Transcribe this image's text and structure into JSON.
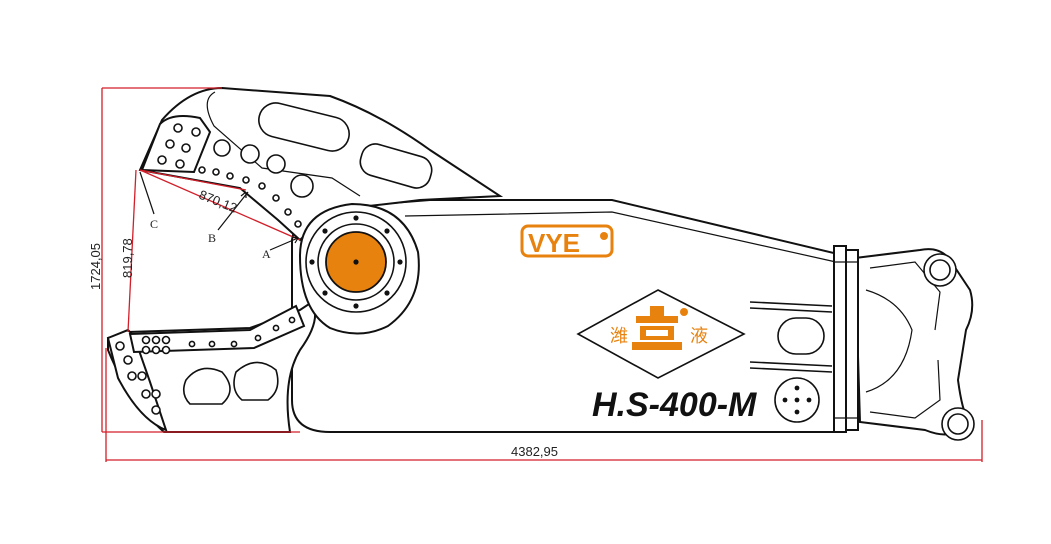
{
  "dimensions": {
    "overall_length": "4382,95",
    "overall_height": "1724,05",
    "jaw_opening": "819,78",
    "blade_length": "870,12"
  },
  "points": {
    "a": "A",
    "b": "B",
    "c": "C"
  },
  "branding": {
    "logo": "VYE",
    "model": "H.S-400-M",
    "chinese_left": "潍",
    "chinese_right": "液"
  },
  "colors": {
    "accent": "#e8820f",
    "dimension_line": "#d21f2a",
    "outline": "#111111"
  }
}
